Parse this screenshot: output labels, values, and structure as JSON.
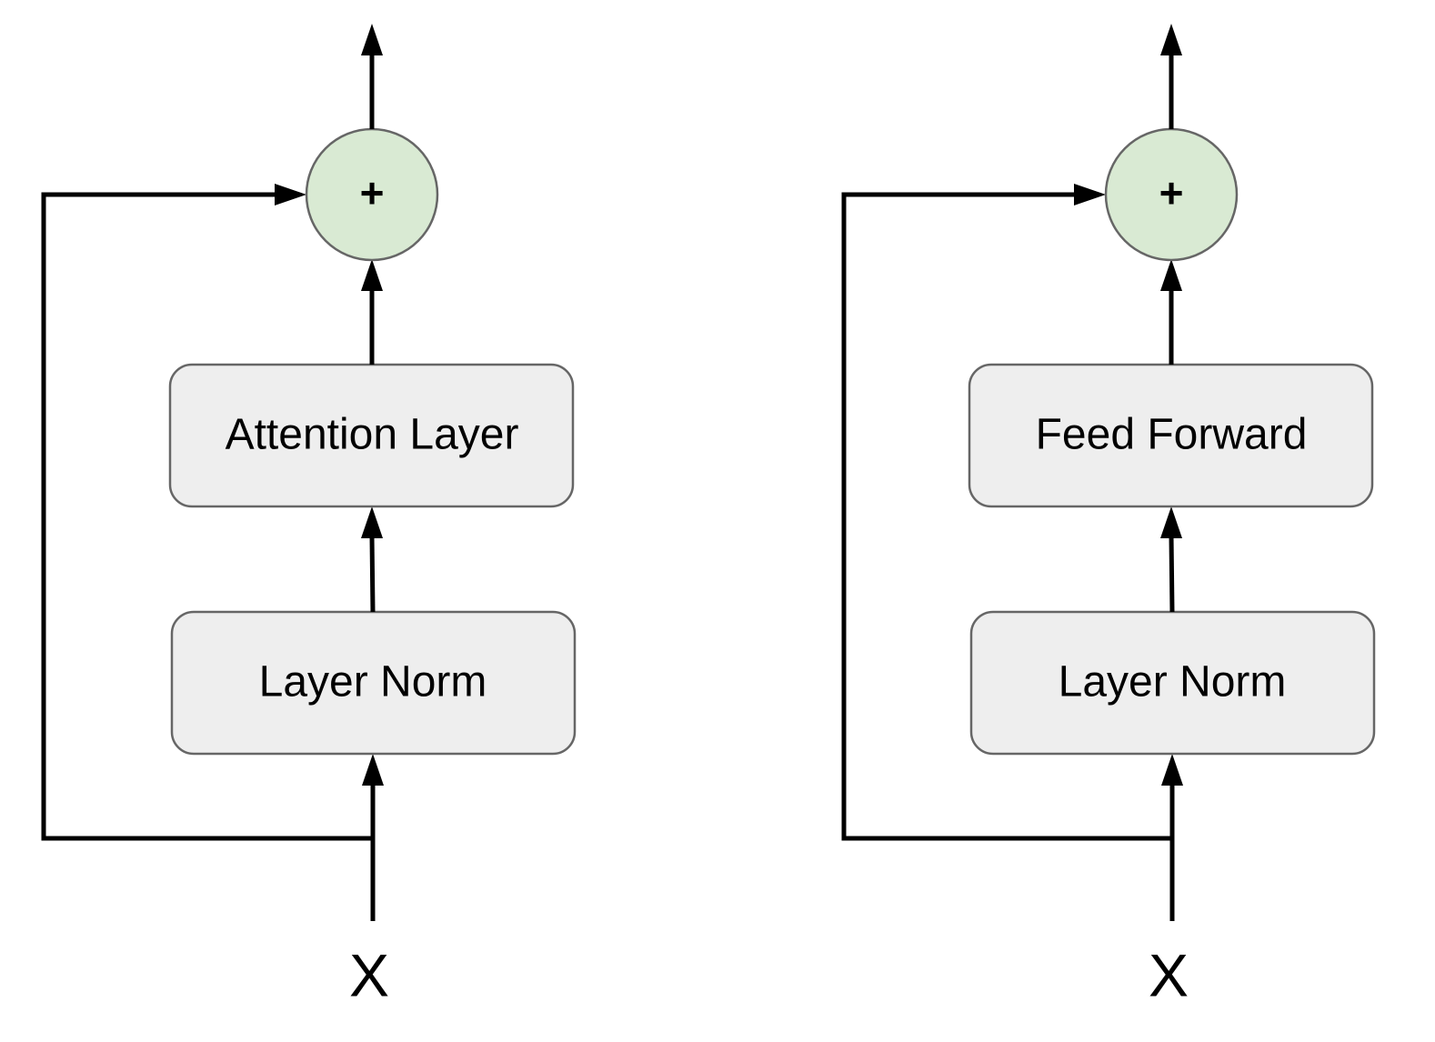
{
  "left_block": {
    "input_label": "X",
    "norm_label": "Layer Norm",
    "sublayer_label": "Attention Layer",
    "adder_label": "+"
  },
  "right_block": {
    "input_label": "X",
    "norm_label": "Layer Norm",
    "sublayer_label": "Feed Forward",
    "adder_label": "+"
  },
  "colors": {
    "box_fill": "#eeeeee",
    "adder_fill": "#d9ead3",
    "stroke": "#000000",
    "box_border": "#666666"
  }
}
